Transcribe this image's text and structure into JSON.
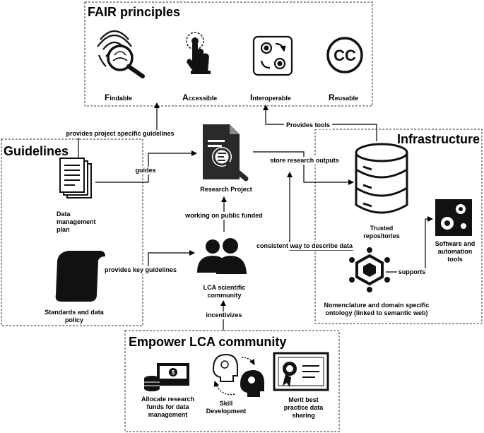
{
  "titles": {
    "fair": "FAIR principles",
    "guidelines": "Guidelines",
    "infrastructure": "Infrastructure",
    "empower": "Empower LCA community"
  },
  "fair": {
    "findable": {
      "initial": "F",
      "rest": "indable"
    },
    "accessible": {
      "initial": "A",
      "rest": "ccessible"
    },
    "interoperable": {
      "initial": "I",
      "rest": "nteroperable"
    },
    "reusable": {
      "initial": "R",
      "rest": "eusable"
    }
  },
  "nodes": {
    "dmp": "Data\nmanagement\nplan",
    "standards": "Standards and data\npolicy",
    "research_project": "Research Project",
    "lca_community": "LCA scientific\ncommunity",
    "trusted_repos": "Trusted\nrepositories",
    "software": "Software and\nautomation\ntools",
    "ontology": "Nomenclature and domain specific\nontology (linked to semantic web)",
    "funds": "Allocate research\nfunds for data\nmanagement",
    "skill": "Skill\nDevelopment",
    "merit": "Merit best\npractice data\nsharing"
  },
  "edges": {
    "provides_project": "provides project specific guidelines",
    "guides": "guides",
    "provides_key": "provides key guidelines",
    "working_on": "working on public funded",
    "store": "store research outputs",
    "consistent": "consistent way to describe data",
    "provides_tools": "Provides tools",
    "supports": "supports",
    "incentivizes": "incentivizes"
  },
  "icons": [
    "fingerprint-search-icon",
    "touch-hand-icon",
    "gears-cycle-icon",
    "creative-commons-icon",
    "document-stack-icon",
    "scroll-icon",
    "document-search-icon",
    "people-icon",
    "database-icon",
    "gears-icon",
    "hexagon-network-icon",
    "money-stack-icon",
    "lightbulb-head-icon",
    "certificate-icon"
  ]
}
